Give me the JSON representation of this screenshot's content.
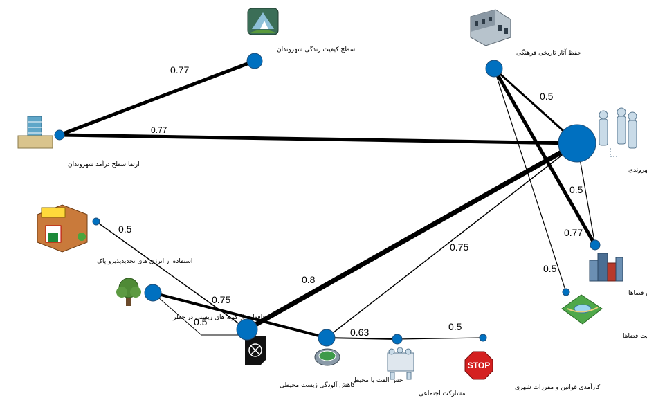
{
  "nodes": {
    "quality": {
      "label": "سطح کیفیت زندگی شهروندان",
      "icon": "landscape-icon"
    },
    "heritage": {
      "label": "حفظ آثار تاریخی فرهنگی",
      "icon": "building-icon"
    },
    "income": {
      "label": "ارتقا سطح درآمد شهروندان",
      "icon": "office-tower-icon"
    },
    "education": {
      "label": "آموزش های شهروندی",
      "icon": "people-group-icon"
    },
    "energy": {
      "label": "استفاده از انرژی های تجدیدپذیرو پاک",
      "icon": "store-icon"
    },
    "identity": {
      "label": "هویت فرهنگی فضاها",
      "icon": "city-icon"
    },
    "species": {
      "label": "محافظت از گونه های زیستی در خطر",
      "icon": "tree-icon"
    },
    "beauty": {
      "label": "زیبایی بصری و جذابیت فضاها",
      "icon": "park-map-icon"
    },
    "pollution": {
      "label": "کاهش آلودگی زیست محیطی",
      "icon": "pollution-sign-icon"
    },
    "belonging": {
      "label": "حس الفت با محیط",
      "icon": "stadium-icon"
    },
    "participation": {
      "label": "مشارکت اجتماعی",
      "icon": "meeting-icon"
    },
    "laws": {
      "label": "کارآمدی قوانین و مقررات شهری",
      "icon": "stop-sign-icon"
    }
  },
  "edges": [
    {
      "label": "0.77"
    },
    {
      "label": "0.77"
    },
    {
      "label": "0.5"
    },
    {
      "label": "0.5"
    },
    {
      "label": "0.77"
    },
    {
      "label": "0.5"
    },
    {
      "label": "0.5"
    },
    {
      "label": "0.75"
    },
    {
      "label": "0.8"
    },
    {
      "label": "0.75"
    },
    {
      "label": "0.5"
    },
    {
      "label": "0.63"
    },
    {
      "label": "0.5"
    }
  ],
  "colors": {
    "node": "#0070c0",
    "edge": "#000000"
  }
}
